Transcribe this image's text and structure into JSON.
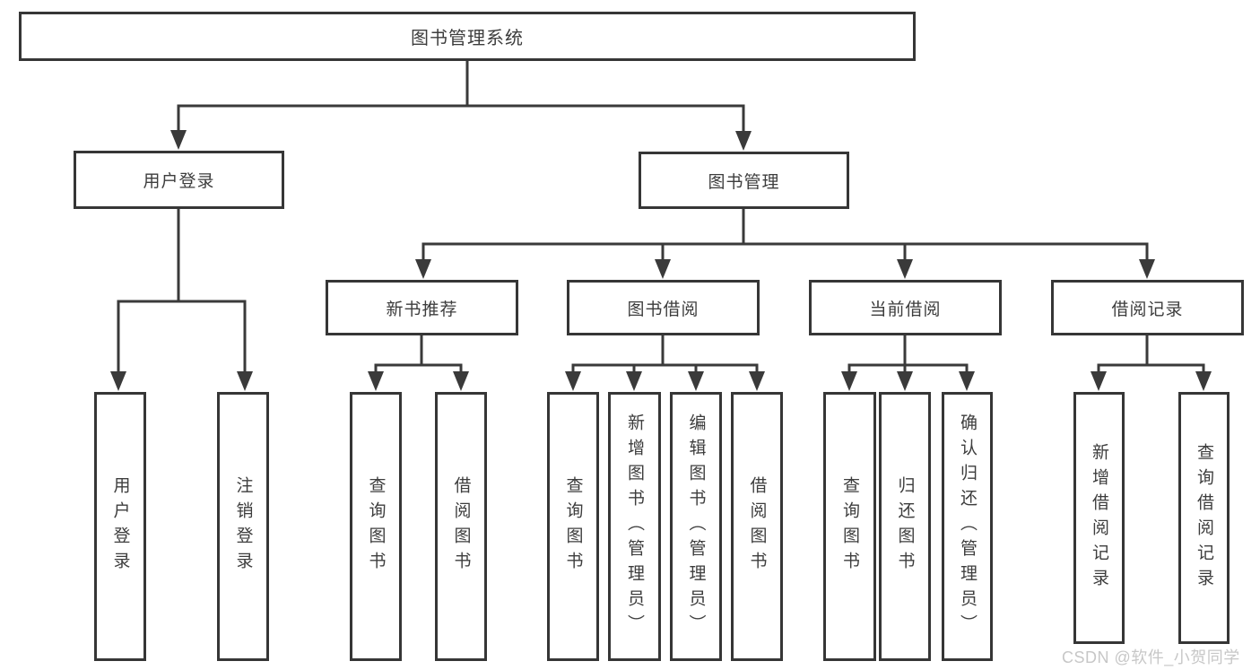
{
  "page": {
    "background": "#ffffff",
    "line_color": "#3a3a3a",
    "border_color": "#363636",
    "text_color": "#3d3d3d",
    "watermark_color": "#c7c7c7"
  },
  "tree": {
    "root": {
      "label": "图书管理系统"
    },
    "level2": [
      {
        "label": "用户登录"
      },
      {
        "label": "图书管理"
      }
    ],
    "level3": [
      {
        "label": "新书推荐"
      },
      {
        "label": "图书借阅"
      },
      {
        "label": "当前借阅"
      },
      {
        "label": "借阅记录"
      }
    ],
    "leaves": {
      "user_login": [
        {
          "label": "用户登录"
        },
        {
          "label": "注销登录"
        }
      ],
      "new_books": [
        {
          "label": "查询图书"
        },
        {
          "label": "借阅图书"
        }
      ],
      "book_borrow": [
        {
          "label": "查询图书"
        },
        {
          "label": "新增图书（管理员）"
        },
        {
          "label": "编辑图书（管理员）"
        },
        {
          "label": "借阅图书"
        }
      ],
      "current_borrow": [
        {
          "label": "查询图书"
        },
        {
          "label": "归还图书"
        },
        {
          "label": "确认归还（管理员）"
        }
      ],
      "borrow_records": [
        {
          "label": "新增借阅记录"
        },
        {
          "label": "查询借阅记录"
        }
      ]
    }
  },
  "watermark": {
    "text": "CSDN @软件_小贺同学"
  }
}
